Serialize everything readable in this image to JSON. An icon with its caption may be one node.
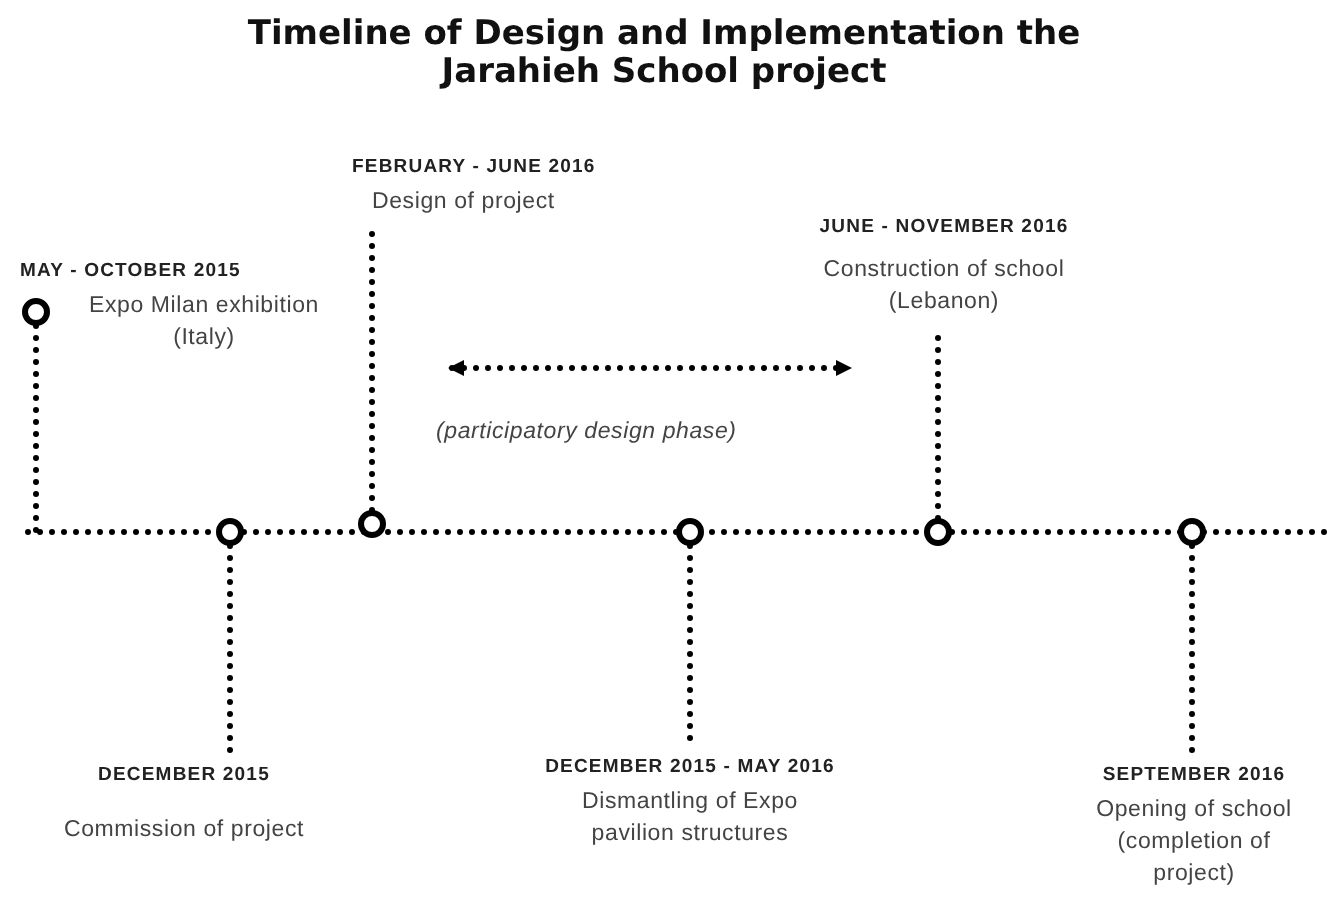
{
  "diagram": {
    "title": "Timeline of Design and Implementation the Jarahieh School project",
    "nodes": [
      {
        "text": [
          "FEBRUARY - JUNE 2016",
          "Design of project"
        ]
      },
      {
        "text": [
          "JUNE - NOVEMBER 2016",
          "Construction of school (Lebanon)"
        ]
      },
      {
        "text": [
          "MAY - OCTOBER 2015",
          "Expo Milan exhibition (Italy)"
        ]
      },
      {
        "text": [
          "DECEMBER 2015",
          "Commission of project"
        ]
      },
      {
        "text": [
          "DECEMBER 2015 - MAY 2016",
          "Dismantling of Expo pavilion structures"
        ]
      },
      {
        "text": [
          "SEPTEMBER 2016",
          "Opening of school (completion of project)"
        ]
      },
      {
        "text": [],
        "shape": "circle"
      },
      {
        "text": [],
        "shape": "circle"
      },
      {
        "text": [],
        "shape": "circle"
      },
      {
        "text": [],
        "shape": "circle"
      },
      {
        "text": [],
        "shape": "circle"
      },
      {
        "text": [],
        "shape": "circle"
      }
    ],
    "edges": [
      {
        "from": 6,
        "to": null,
        "arrow": "none",
        "style": "dashed"
      },
      {
        "from": 7,
        "to": 3,
        "arrow": "none",
        "style": "dashed"
      },
      {
        "from": 8,
        "to": 0,
        "arrow": "none",
        "style": "dashed"
      },
      {
        "from": 9,
        "to": 4,
        "arrow": "none",
        "style": "dashed"
      },
      {
        "from": 10,
        "to": 1,
        "arrow": "none",
        "style": "dashed"
      },
      {
        "from": 11,
        "to": 5,
        "arrow": "none",
        "style": "dashed"
      }
    ],
    "labels": [
      "(participatory design phase)"
    ]
  }
}
